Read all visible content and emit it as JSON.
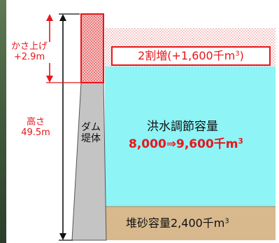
{
  "raise": {
    "line1": "かさ上げ",
    "line2": "+2.9m"
  },
  "height": {
    "line1": "高さ",
    "line2": "49.5m"
  },
  "dam": {
    "line1": "ダム",
    "line2": "堤体"
  },
  "increase": {
    "text": "2割増(+1,600千m",
    "sup": "3",
    "close": ")"
  },
  "flood": {
    "title": "洪水調節容量",
    "value": "8,000⇒9,600千m",
    "value_sup": "3"
  },
  "sediment": {
    "text": "堆砂容量2,400千m",
    "sup": "3"
  },
  "colors": {
    "flood_water": "#8ef4f6",
    "sediment": "#d8b98e",
    "dam_body": "#c4c4c4",
    "raise_hatch": "#e8161b",
    "accent_red": "#e8161b"
  }
}
